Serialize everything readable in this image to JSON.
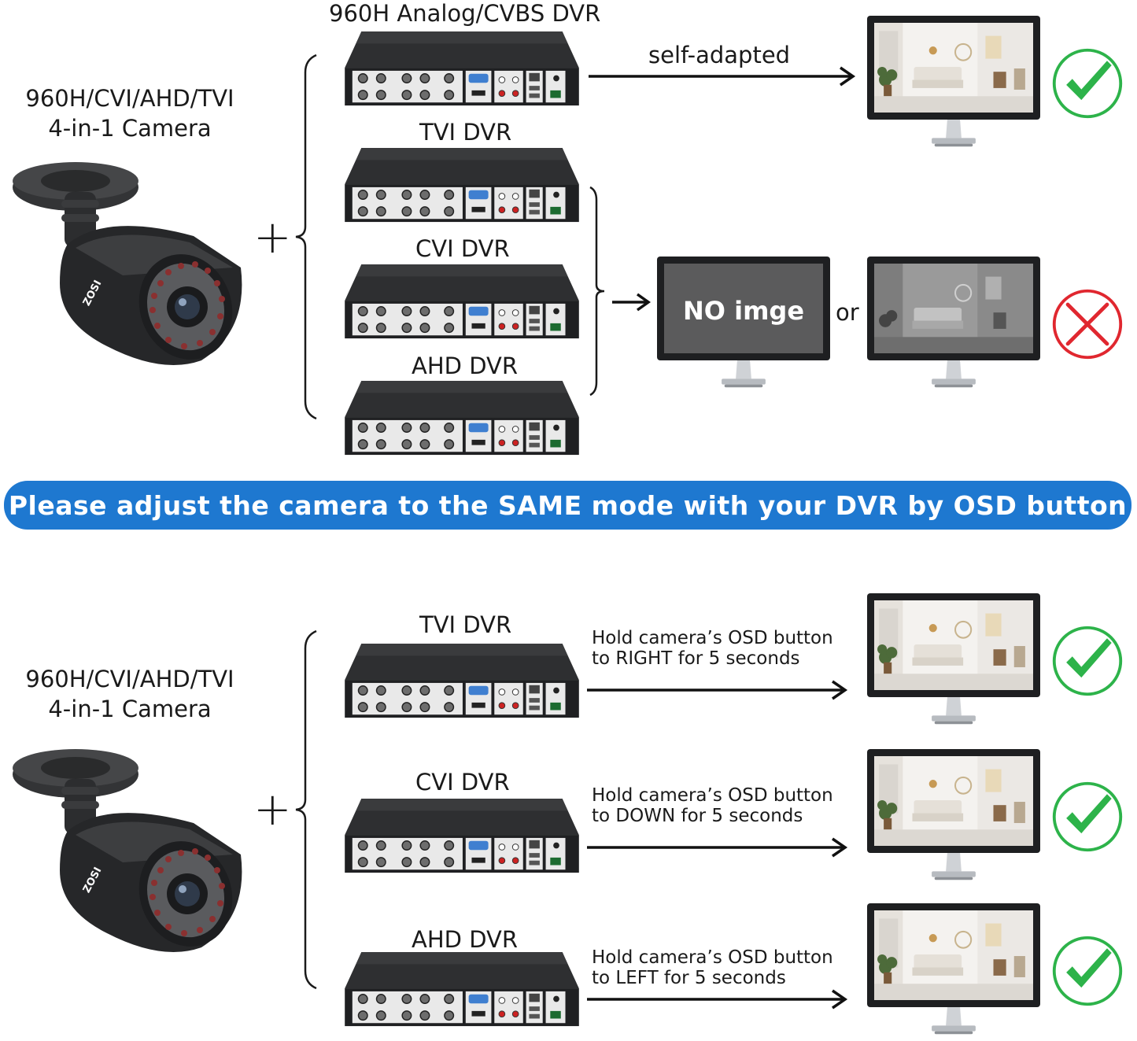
{
  "top": {
    "camera_title_line1": "960H/CVI/AHD/TVI",
    "camera_title_line2": "4-in-1 Camera",
    "plus": "+",
    "dvr_labels": [
      "960H Analog/CVBS DVR",
      "TVI DVR",
      "CVI DVR",
      "AHD DVR"
    ],
    "self_adapted": "self-adapted",
    "no_image": "NO imge",
    "or": "or"
  },
  "banner": {
    "text": "Please adjust the camera to the SAME mode with your DVR by OSD button"
  },
  "bottom": {
    "camera_title_line1": "960H/CVI/AHD/TVI",
    "camera_title_line2": "4-in-1 Camera",
    "plus": "+",
    "dvr_labels": [
      "TVI DVR",
      "CVI DVR",
      "AHD DVR"
    ],
    "instructions": [
      {
        "line1": "Hold camera’s OSD button",
        "line2": "to RIGHT for 5 seconds"
      },
      {
        "line1": "Hold camera’s OSD button",
        "line2": "to DOWN for 5 seconds"
      },
      {
        "line1": "Hold camera’s OSD button",
        "line2": "to LEFT for 5 seconds"
      }
    ]
  },
  "logo": "ZOSI",
  "colors": {
    "banner": "#1e78d0",
    "check_green": "#2db34a",
    "cross_red": "#e0272f"
  }
}
